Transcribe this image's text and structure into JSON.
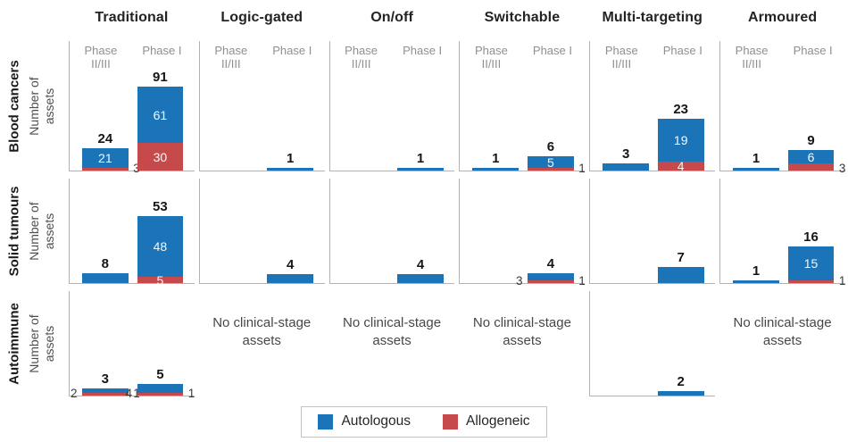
{
  "chart_data": {
    "type": "bar",
    "stacked": true,
    "title": "",
    "columns": [
      "Traditional",
      "Logic-gated",
      "On/off",
      "Switchable",
      "Multi-targeting",
      "Armoured"
    ],
    "rows": [
      "Blood cancers",
      "Solid tumours",
      "Autoimmune"
    ],
    "x_categories": [
      "Phase II/III",
      "Phase I"
    ],
    "ylabel": "Number of assets",
    "no_data_text": "No clinical-stage assets",
    "legend": [
      "Autologous",
      "Allogeneic"
    ],
    "colors": {
      "autologous": "#1b74b8",
      "allogeneic": "#c64a4b",
      "axis": "#b3b3b3"
    },
    "cells": [
      [
        {
          "bars": [
            {
              "phase": "Phase II/III",
              "autologous": 21,
              "allogeneic": 3,
              "auto_label": "inside",
              "allo_label": "right"
            },
            {
              "phase": "Phase I",
              "autologous": 61,
              "allogeneic": 30,
              "auto_label": "inside",
              "allo_label": "inside"
            }
          ]
        },
        {
          "bars": [
            {
              "phase": "Phase I",
              "autologous": 1,
              "allogeneic": 0,
              "auto_label": "none",
              "allo_label": "none"
            }
          ]
        },
        {
          "bars": [
            {
              "phase": "Phase I",
              "autologous": 1,
              "allogeneic": 0,
              "auto_label": "none",
              "allo_label": "none"
            }
          ]
        },
        {
          "bars": [
            {
              "phase": "Phase II/III",
              "autologous": 1,
              "allogeneic": 0,
              "auto_label": "none",
              "allo_label": "none"
            },
            {
              "phase": "Phase I",
              "autologous": 5,
              "allogeneic": 1,
              "auto_label": "inside",
              "allo_label": "right"
            }
          ]
        },
        {
          "bars": [
            {
              "phase": "Phase II/III",
              "autologous": 3,
              "allogeneic": 0,
              "auto_label": "none",
              "allo_label": "none"
            },
            {
              "phase": "Phase I",
              "autologous": 19,
              "allogeneic": 4,
              "auto_label": "inside",
              "allo_label": "inside"
            }
          ]
        },
        {
          "bars": [
            {
              "phase": "Phase II/III",
              "autologous": 1,
              "allogeneic": 0,
              "auto_label": "none",
              "allo_label": "none"
            },
            {
              "phase": "Phase I",
              "autologous": 6,
              "allogeneic": 3,
              "auto_label": "inside",
              "allo_label": "right"
            }
          ]
        }
      ],
      [
        {
          "bars": [
            {
              "phase": "Phase II/III",
              "autologous": 8,
              "allogeneic": 0,
              "auto_label": "none",
              "allo_label": "none"
            },
            {
              "phase": "Phase I",
              "autologous": 48,
              "allogeneic": 5,
              "auto_label": "inside",
              "allo_label": "inside"
            }
          ]
        },
        {
          "bars": [
            {
              "phase": "Phase I",
              "autologous": 4,
              "allogeneic": 0,
              "auto_label": "none",
              "allo_label": "none"
            }
          ]
        },
        {
          "bars": [
            {
              "phase": "Phase I",
              "autologous": 4,
              "allogeneic": 0,
              "auto_label": "none",
              "allo_label": "none"
            }
          ]
        },
        {
          "bars": [
            {
              "phase": "Phase I",
              "autologous": 3,
              "allogeneic": 1,
              "auto_label": "left",
              "allo_label": "right"
            }
          ]
        },
        {
          "bars": [
            {
              "phase": "Phase I",
              "autologous": 7,
              "allogeneic": 0,
              "auto_label": "none",
              "allo_label": "none"
            }
          ]
        },
        {
          "bars": [
            {
              "phase": "Phase II/III",
              "autologous": 1,
              "allogeneic": 0,
              "auto_label": "none",
              "allo_label": "none"
            },
            {
              "phase": "Phase I",
              "autologous": 15,
              "allogeneic": 1,
              "auto_label": "inside",
              "allo_label": "right"
            }
          ]
        }
      ],
      [
        {
          "bars": [
            {
              "phase": "Phase II/III",
              "autologous": 2,
              "allogeneic": 1,
              "auto_label": "left",
              "allo_label": "right"
            },
            {
              "phase": "Phase I",
              "autologous": 4,
              "allogeneic": 1,
              "auto_label": "left",
              "allo_label": "right"
            }
          ]
        },
        {
          "no_data": true
        },
        {
          "no_data": true
        },
        {
          "no_data": true
        },
        {
          "bars": [
            {
              "phase": "Phase I",
              "autologous": 2,
              "allogeneic": 0,
              "auto_label": "none",
              "allo_label": "none"
            }
          ]
        },
        {
          "no_data": true
        }
      ]
    ]
  }
}
